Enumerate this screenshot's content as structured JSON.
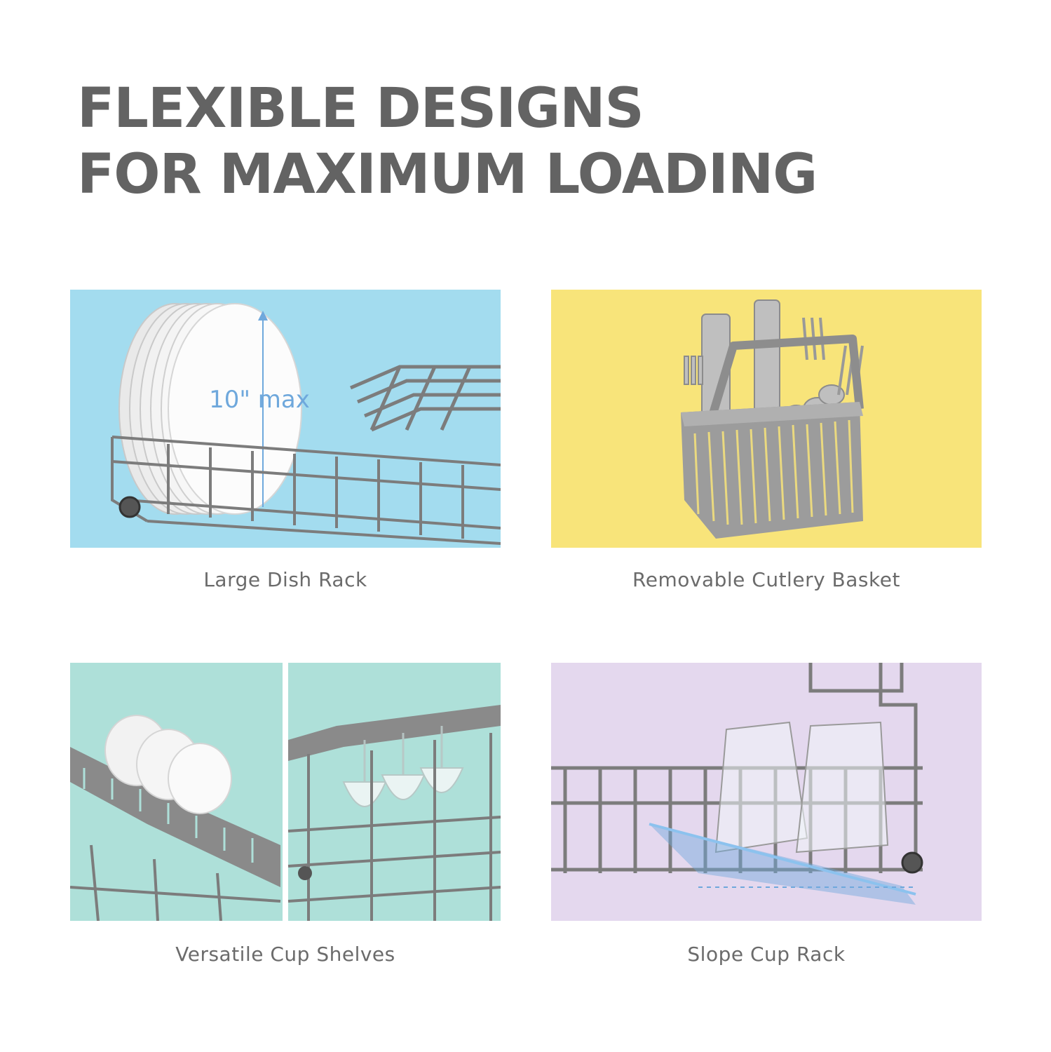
{
  "headline": {
    "line1": "FLEXIBLE DESIGNS",
    "line2": "FOR MAXIMUM LOADING"
  },
  "features": [
    {
      "caption": "Large Dish Rack",
      "badge": "10\" max",
      "bg_color": "#a3dcef",
      "image": "dish-rack-with-plates"
    },
    {
      "caption": "Removable Cutlery Basket",
      "bg_color": "#f8e47a",
      "image": "cutlery-basket"
    },
    {
      "caption": "Versatile Cup Shelves",
      "bg_color": "#aee0d9",
      "image": "cup-shelves-with-mugs-and-wine-glasses"
    },
    {
      "caption": "Slope Cup Rack",
      "bg_color": "#e4d8ee",
      "image": "slope-rack-with-glasses"
    }
  ],
  "colors": {
    "headline": "#636363",
    "caption": "#6b6b6b",
    "wire": "#7c7c7c",
    "accent": "#6fa8dc"
  }
}
